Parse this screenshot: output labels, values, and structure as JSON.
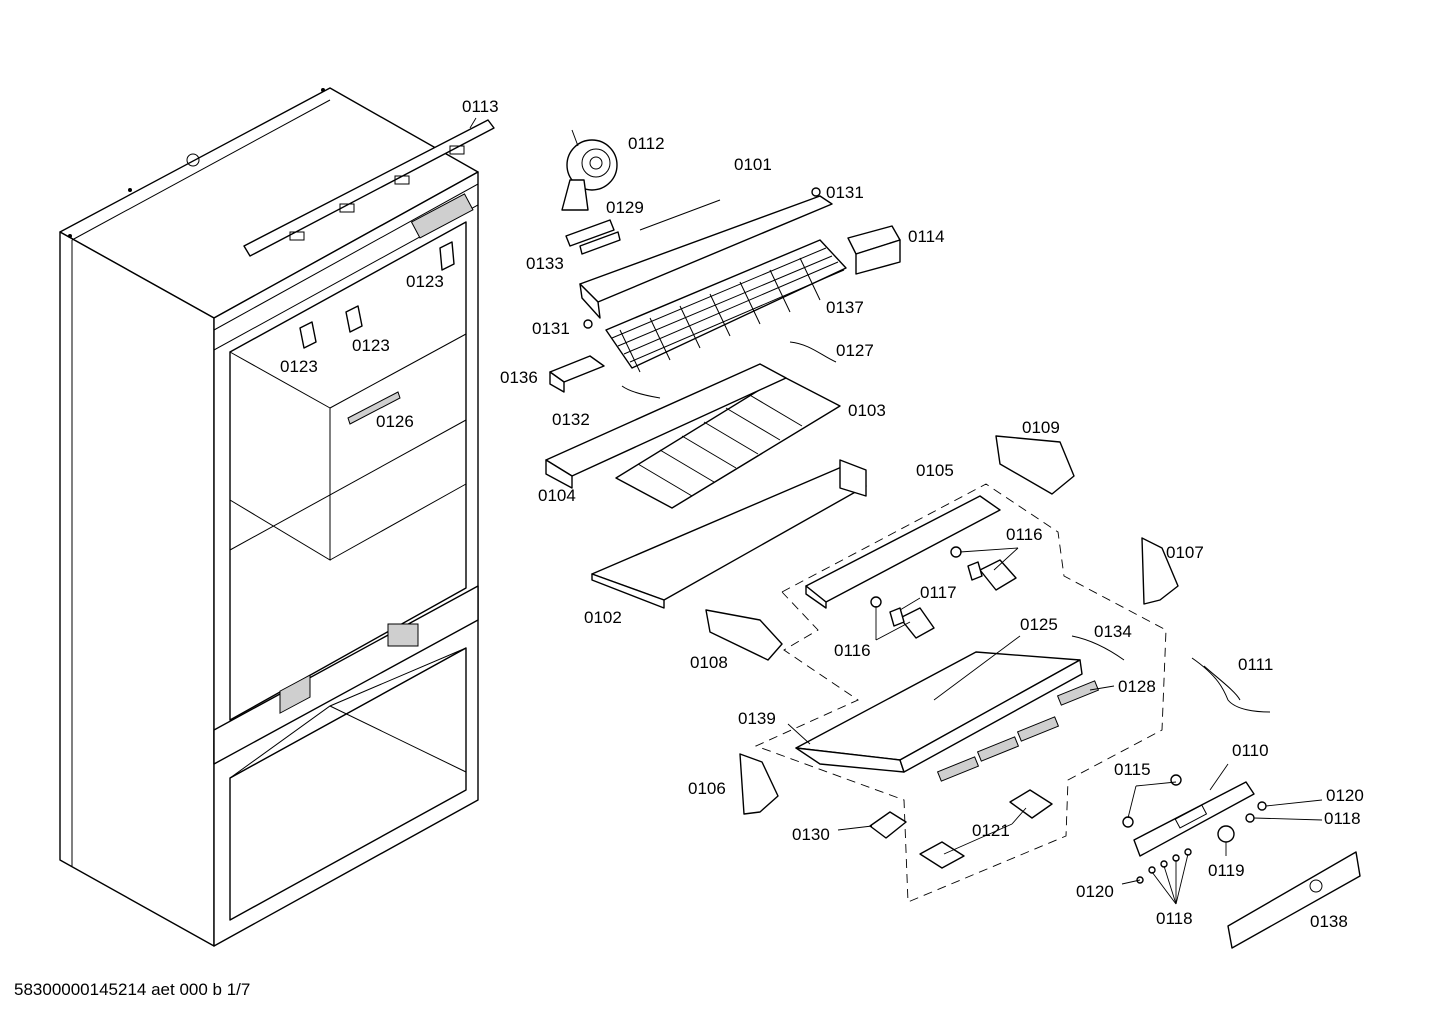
{
  "diagram": {
    "labels": {
      "p0101": "0101",
      "p0102": "0102",
      "p0103": "0103",
      "p0104": "0104",
      "p0105": "0105",
      "p0106": "0106",
      "p0107": "0107",
      "p0108": "0108",
      "p0109": "0109",
      "p0110": "0110",
      "p0111": "0111",
      "p0112": "0112",
      "p0113": "0113",
      "p0114": "0114",
      "p0115": "0115",
      "p0116a": "0116",
      "p0116b": "0116",
      "p0117": "0117",
      "p0118a": "0118",
      "p0118b": "0118",
      "p0119": "0119",
      "p0120a": "0120",
      "p0120b": "0120",
      "p0121": "0121",
      "p0123a": "0123",
      "p0123b": "0123",
      "p0123c": "0123",
      "p0125": "0125",
      "p0126": "0126",
      "p0127": "0127",
      "p0128": "0128",
      "p0129": "0129",
      "p0130": "0130",
      "p0131a": "0131",
      "p0131b": "0131",
      "p0132": "0132",
      "p0133": "0133",
      "p0134": "0134",
      "p0136": "0136",
      "p0137": "0137",
      "p0138": "0138",
      "p0139": "0139"
    }
  },
  "footer": {
    "drawing_id": "58300000145214 aet 000 b 1/7"
  }
}
